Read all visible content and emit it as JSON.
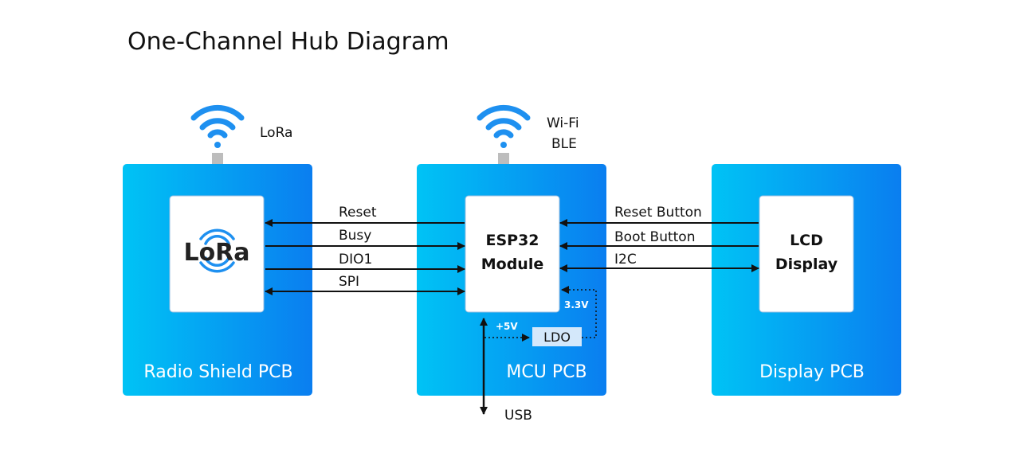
{
  "title": "One-Channel Hub Diagram",
  "colors": {
    "pcb_light": "#00c3f5",
    "pcb_dark": "#0a7ef0",
    "wifi": "#1e90f0",
    "line": "#111111",
    "ldo_fill": "#d4e8fb"
  },
  "boards": {
    "radio": {
      "label": "Radio Shield PCB",
      "antenna_label": "LoRa",
      "chip_logo": "LoRa"
    },
    "mcu": {
      "label": "MCU PCB",
      "antenna_label_1": "Wi-Fi",
      "antenna_label_2": "BLE",
      "chip_line_1": "ESP32",
      "chip_line_2": "Module",
      "ldo": "LDO",
      "v5": "+5V",
      "v33": "3.3V",
      "usb": "USB"
    },
    "display": {
      "label": "Display PCB",
      "chip_line_1": "LCD",
      "chip_line_2": "Display"
    }
  },
  "signals_left": [
    "Reset",
    "Busy",
    "DIO1",
    "SPI"
  ],
  "signals_right": [
    "Reset Button",
    "Boot Button",
    "I2C"
  ]
}
